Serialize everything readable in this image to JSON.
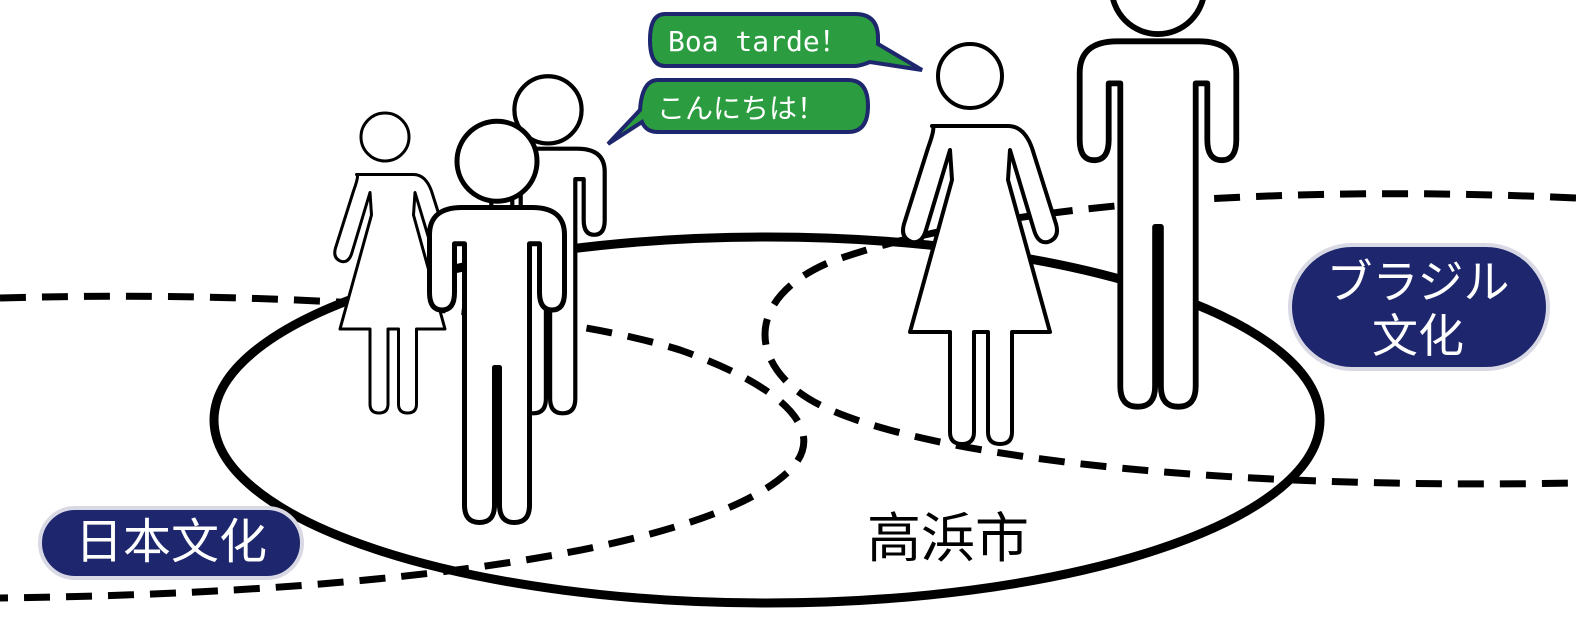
{
  "city_label": "高浜市",
  "japanese_culture": {
    "label": "日本文化",
    "badge_fill": "#1e276d",
    "badge_outline": "#d9d9e6"
  },
  "brazilian_culture": {
    "label_line1": "ブラジル",
    "label_line2": "文化",
    "badge_fill": "#1e276d",
    "badge_outline": "#d9d9e6"
  },
  "speech_bubbles": [
    {
      "text": "Boa tarde！",
      "fill": "#2b9c3f",
      "outline": "#1e276d"
    },
    {
      "text": "こんにちは！",
      "fill": "#2b9c3f",
      "outline": "#1e276d"
    }
  ],
  "people": [
    {
      "name": "japanese-woman",
      "type": "woman-icon"
    },
    {
      "name": "japanese-man",
      "type": "man-icon"
    },
    {
      "name": "japanese-child",
      "type": "man-icon"
    },
    {
      "name": "brazilian-woman",
      "type": "woman-icon"
    },
    {
      "name": "brazilian-man",
      "type": "man-icon"
    }
  ]
}
